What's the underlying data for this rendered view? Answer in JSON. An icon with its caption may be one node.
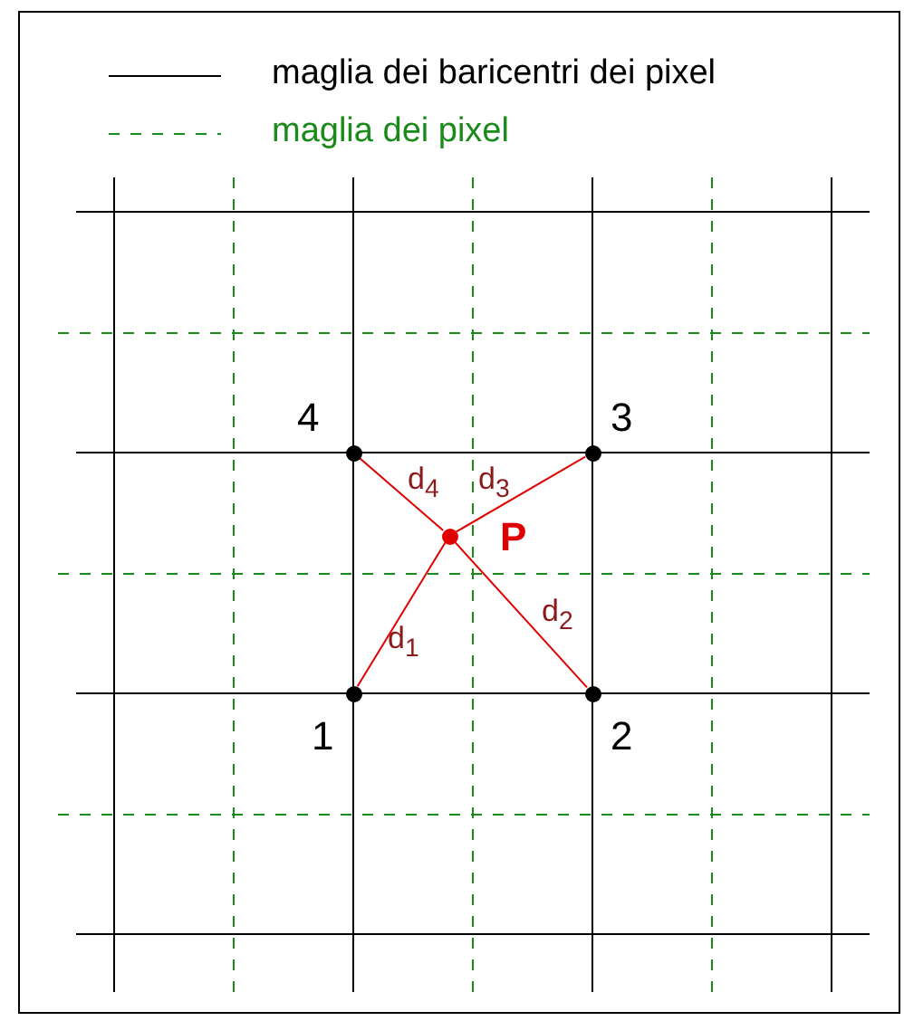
{
  "diagram": {
    "nodes": [
      {
        "text": [],
        "shape": "circle",
        "beside": [
          "4"
        ]
      },
      {
        "text": [],
        "shape": "circle",
        "beside": [
          "3"
        ]
      },
      {
        "text": [],
        "shape": "circle",
        "beside": [
          "P"
        ]
      },
      {
        "text": [],
        "shape": "circle",
        "beside": [
          "1"
        ]
      },
      {
        "text": [],
        "shape": "circle",
        "beside": [
          "2"
        ]
      }
    ],
    "edges": [
      {
        "from": 2,
        "to": 3,
        "arrow": "none",
        "label": "d$_{1}$"
      },
      {
        "from": 2,
        "to": 4,
        "arrow": "none",
        "label": "d$_{2}$"
      },
      {
        "from": 2,
        "to": 1,
        "arrow": "none",
        "label": "d$_{3}$"
      },
      {
        "from": 2,
        "to": 0,
        "arrow": "none",
        "label": "d$_{4}$"
      }
    ],
    "legend": [
      {
        "text": "maglia dei baricentri dei pixel"
      },
      {
        "text": "maglia dei pixel"
      }
    ]
  }
}
